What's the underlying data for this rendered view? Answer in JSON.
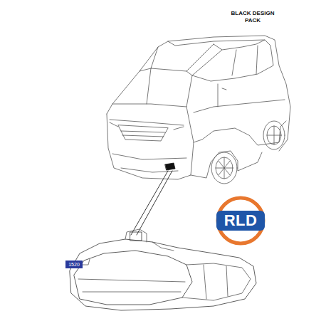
{
  "diagram": {
    "title": "BLACK DESIGN PACK",
    "labels": [
      "1520",
      "RLD"
    ]
  }
}
